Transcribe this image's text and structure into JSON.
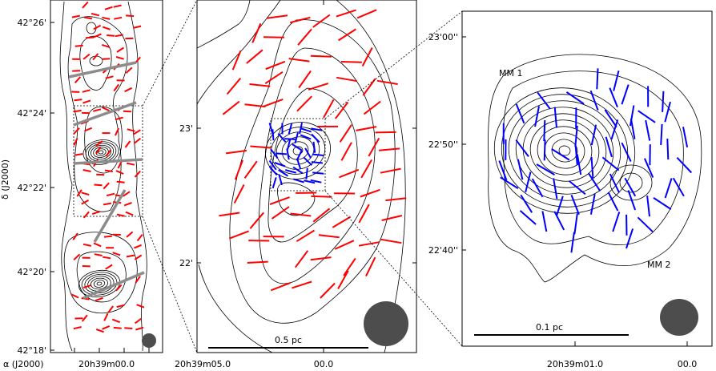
{
  "figure": {
    "left_panel": {
      "y_ticks": [
        "42°26'",
        "42°24'",
        "42°22'",
        "42°20'",
        "42°18'"
      ],
      "y_axis_label": "δ (J2000)",
      "x_axis_label": "α (J2000)",
      "x_tick": "20h39m00.0"
    },
    "middle_panel": {
      "y_ticks": [
        "23'",
        "22'"
      ],
      "x_ticks": [
        "20h39m05.0",
        "00.0"
      ],
      "scale_bar_label": "0.5 pc"
    },
    "right_panel": {
      "y_ticks": [
        "23'00''",
        "22'50''",
        "22'40''"
      ],
      "x_ticks": [
        "20h39m01.0",
        "00.0"
      ],
      "source_labels": [
        "MM 1",
        "MM 2"
      ],
      "scale_bar_label": "0.1 pc"
    },
    "colors": {
      "red_vectors": "#ff0000",
      "blue_vectors": "#0000ff",
      "gray_vectors": "#8c8c8c",
      "beam": "#4d4d4d"
    }
  }
}
